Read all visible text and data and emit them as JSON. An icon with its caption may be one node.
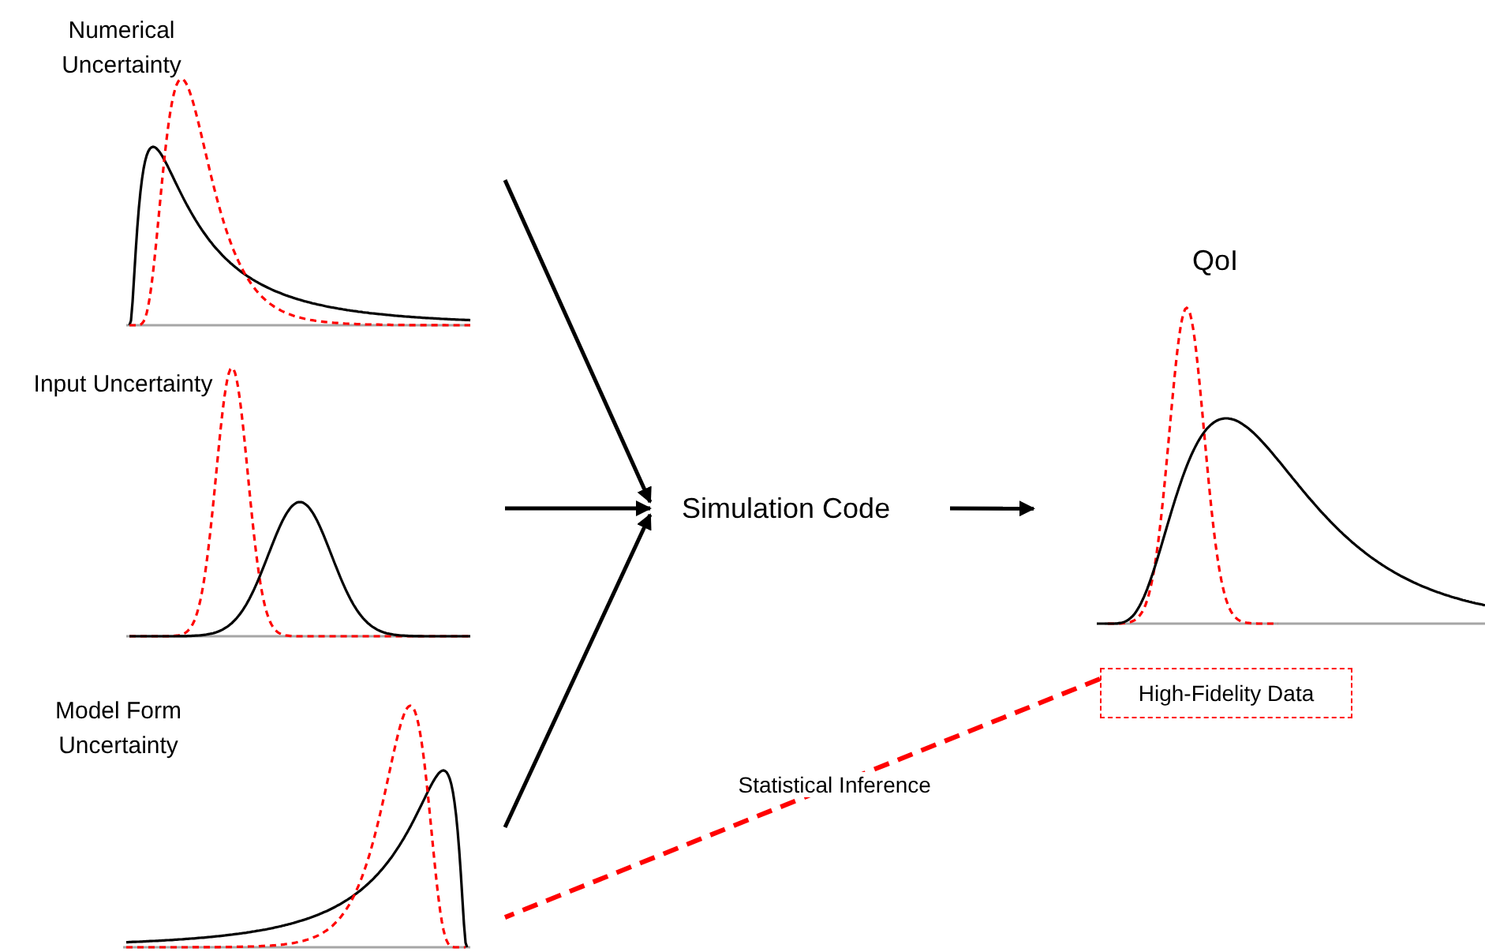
{
  "diagram": {
    "nodes": [
      {
        "text": [
          "Numerical Uncertainty"
        ]
      },
      {
        "text": [
          "Input Uncertainty"
        ]
      },
      {
        "text": [
          "Model Form Uncertainty"
        ]
      },
      {
        "text": [
          "Simulation Code"
        ]
      },
      {
        "text": [
          "QoI"
        ]
      },
      {
        "text": [
          "High-Fidelity Data"
        ]
      }
    ],
    "edges": [
      {
        "from": 0,
        "to": 3,
        "arrow": "to"
      },
      {
        "from": 1,
        "to": 3,
        "arrow": "to"
      },
      {
        "from": 2,
        "to": 3,
        "arrow": "to"
      },
      {
        "from": 3,
        "to": 4,
        "arrow": "to"
      },
      {
        "from": 5,
        "to": 2,
        "arrow": "none",
        "label": "Statistical Inference",
        "style": "dashed",
        "color": "#ff0000"
      }
    ]
  }
}
